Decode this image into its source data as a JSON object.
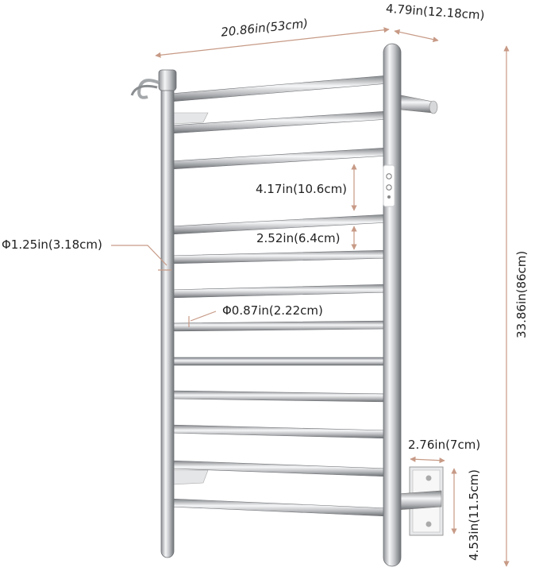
{
  "dimensions": {
    "width": "20.86in(53cm)",
    "depth": "4.79in(12.18cm)",
    "height": "33.86in(86cm)",
    "bar_spacing_large": "4.17in(10.6cm)",
    "bar_spacing_small": "2.52in(6.4cm)",
    "frame_diameter": "Φ1.25in(3.18cm)",
    "bar_diameter": "Φ0.87in(2.22cm)",
    "bracket_depth": "2.76in(7cm)",
    "bracket_height": "4.53in(11.5cm)"
  },
  "colors": {
    "dimension_line": "#c79a86",
    "steel_dark": "#8f9296",
    "steel_light": "#f4f5f6"
  },
  "product": {
    "bar_count": 12,
    "control_buttons": [
      "power-button",
      "mode-button"
    ]
  }
}
